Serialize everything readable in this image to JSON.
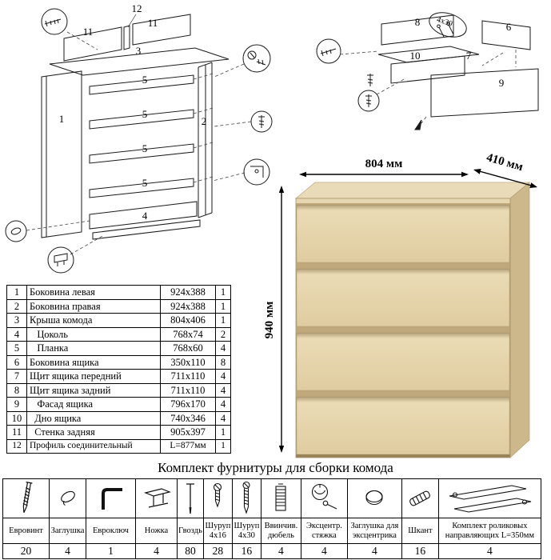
{
  "title": {
    "hardware_kit": "Комплект фурнитуры для сборки комода"
  },
  "dimensions": {
    "width": "804 мм",
    "depth": "410 мм",
    "height": "940 мм"
  },
  "diagram_labels": {
    "left": {
      "n1": "1",
      "n2": "2",
      "n3": "3",
      "n4": "4",
      "n5": "5",
      "n11": "11",
      "n12": "12"
    },
    "right": {
      "n6": "6",
      "n7": "7",
      "n8": "8",
      "n9": "9",
      "n10": "10",
      "screw_size": "4x30"
    }
  },
  "parts_table": {
    "rows": [
      {
        "num": "1",
        "name": "Боковина левая",
        "size": "924x388",
        "qty": "1"
      },
      {
        "num": "2",
        "name": "Боковина правая",
        "size": "924x388",
        "qty": "1"
      },
      {
        "num": "3",
        "name": "Крыша комода",
        "size": "804x406",
        "qty": "1"
      },
      {
        "num": "4",
        "name": "   Цоколь",
        "size": "768x74",
        "qty": "2"
      },
      {
        "num": "5",
        "name": "   Планка",
        "size": "768x60",
        "qty": "4"
      },
      {
        "num": "6",
        "name": "Боковина ящика",
        "size": "350x110",
        "qty": "8"
      },
      {
        "num": "7",
        "name": "Щит ящика передний",
        "size": "711x110",
        "qty": "4"
      },
      {
        "num": "8",
        "name": "Щит ящика задний",
        "size": "711x110",
        "qty": "4"
      },
      {
        "num": "9",
        "name": "   Фасад ящика",
        "size": "796x170",
        "qty": "4"
      },
      {
        "num": "10",
        "name": "  Дно ящика",
        "size": "740x346",
        "qty": "4"
      },
      {
        "num": "11",
        "name": "  Стенка задняя",
        "size": "905x397",
        "qty": "1"
      },
      {
        "num": "12",
        "name": "Профиль соединительный",
        "size": "L=877мм",
        "qty": "1"
      }
    ]
  },
  "hardware": {
    "items": [
      {
        "name": "Евровинт",
        "qty": "20",
        "icon": "euro-screw-icon"
      },
      {
        "name": "Заглушка",
        "qty": "4",
        "icon": "plug-icon"
      },
      {
        "name": "Евроключ",
        "qty": "1",
        "icon": "hex-key-icon"
      },
      {
        "name": "Ножка",
        "qty": "4",
        "icon": "leg-icon"
      },
      {
        "name": "Гвоздь",
        "qty": "80",
        "icon": "nail-icon"
      },
      {
        "name": "Шуруп 4x16",
        "qty": "28",
        "icon": "screw-short-icon"
      },
      {
        "name": "Шуруп 4x30",
        "qty": "16",
        "icon": "screw-long-icon"
      },
      {
        "name": "Ввинчив. дюбель",
        "qty": "4",
        "icon": "threaded-dowel-icon"
      },
      {
        "name": "Эксцентр. стяжка",
        "qty": "4",
        "icon": "cam-lock-icon"
      },
      {
        "name": "Заглушка для эксцентрика",
        "qty": "4",
        "icon": "cam-cover-icon"
      },
      {
        "name": "Шкант",
        "qty": "16",
        "icon": "wood-dowel-icon"
      },
      {
        "name": "Комплект роликовых направляющих L=350мм",
        "qty": "4",
        "icon": "drawer-slides-icon"
      }
    ]
  }
}
